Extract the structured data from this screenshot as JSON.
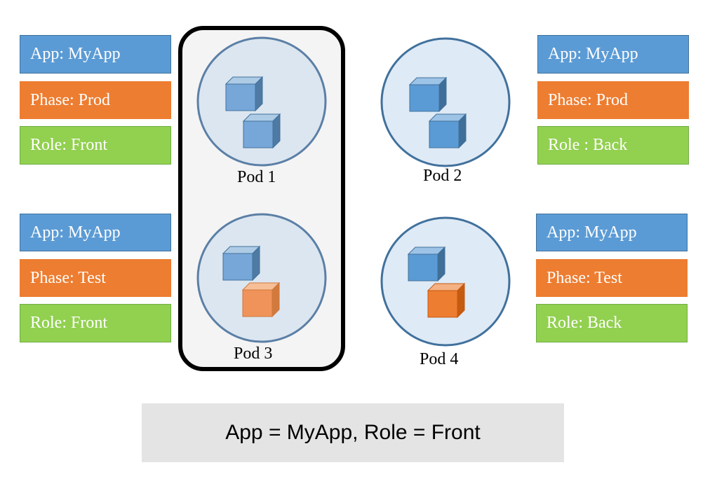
{
  "labels": {
    "pod1": {
      "app": "App: MyApp",
      "phase": "Phase: Prod",
      "role": "Role: Front"
    },
    "pod2": {
      "app": "App: MyApp",
      "phase": "Phase: Prod",
      "role": "Role : Back"
    },
    "pod3": {
      "app": "App: MyApp",
      "phase": "Phase: Test",
      "role": "Role: Front"
    },
    "pod4": {
      "app": "App: MyApp",
      "phase": "Phase: Test",
      "role": "Role: Back"
    }
  },
  "pods": {
    "pod1": "Pod 1",
    "pod2": "Pod 2",
    "pod3": "Pod 3",
    "pod4": "Pod 4"
  },
  "selector": "App = MyApp, Role = Front",
  "colors": {
    "app": "#5b9bd5",
    "phase": "#ed7d31",
    "role": "#92d050",
    "pod_fill": "#dde8f3",
    "pod_stroke": "#41719c",
    "container_blue": "#5b9bd5",
    "container_orange": "#ed7d31"
  }
}
